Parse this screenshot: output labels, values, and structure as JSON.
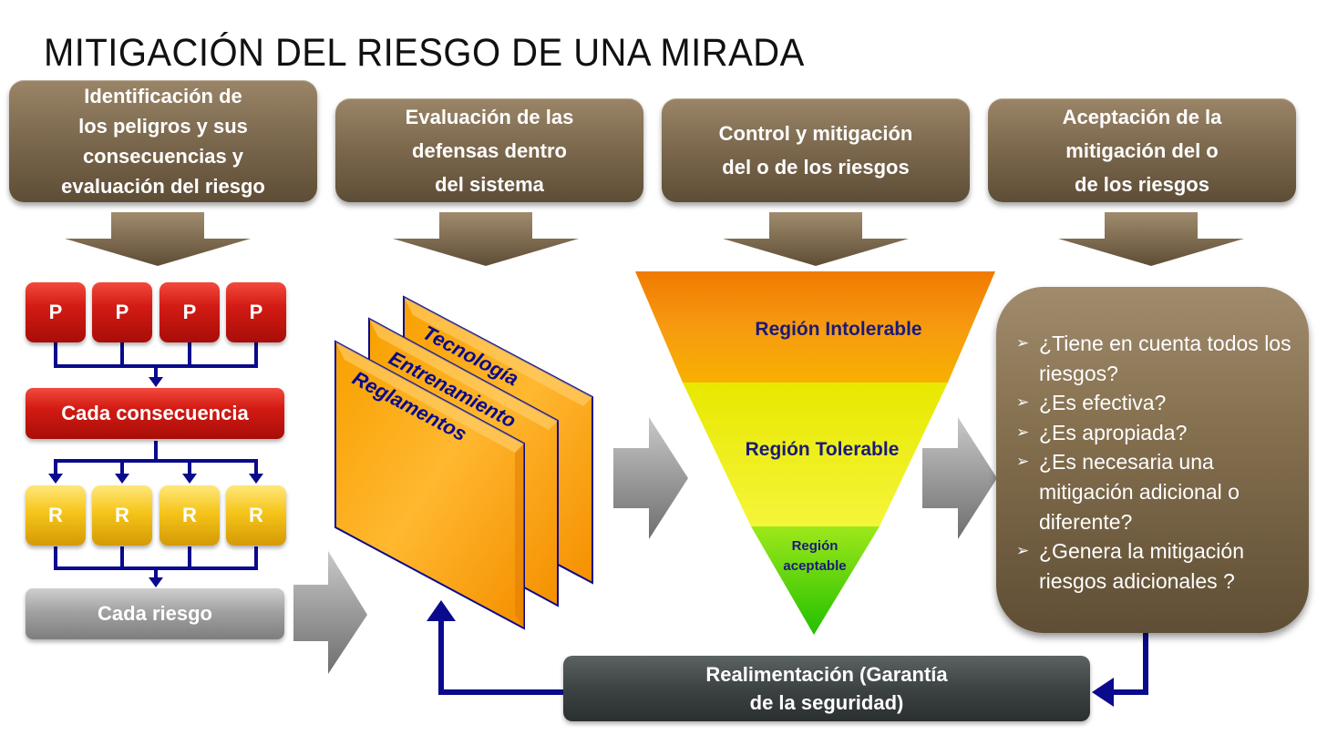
{
  "title": "MITIGACIÓN DEL RIESGO DE UNA MIRADA",
  "steps": [
    "Identificación de\nlos peligros y sus\nconsecuencias y\nevaluación del riesgo",
    "Evaluación de las\ndefensas dentro\ndel sistema",
    "Control y mitigación\ndel o de los riesgos",
    "Aceptación de la\nmitigación del o\nde los riesgos"
  ],
  "hazards": [
    "P",
    "P",
    "P",
    "P"
  ],
  "consequence_label": "Cada consecuencia",
  "risks": [
    "R",
    "R",
    "R",
    "R"
  ],
  "risk_label": "Cada riesgo",
  "defenses": [
    "Tecnología",
    "Entrenamiento",
    "Reglamentos"
  ],
  "regions": {
    "intolerable": "Región Intolerable",
    "tolerable": "Región Tolerable",
    "acceptable_line1": "Región",
    "acceptable_line2": "aceptable"
  },
  "questions": [
    "¿Tiene en cuenta todos los riesgos?",
    "¿Es efectiva?",
    "¿Es apropiada?",
    "¿Es necesaria una mitigación adicional o diferente?",
    "¿Genera la mitigación riesgos adicionales ?"
  ],
  "feedback": "Realimentación (Garantía\nde la seguridad)",
  "colors": {
    "header_brown": "#7d6a4f",
    "hazard_red": "#d31b14",
    "risk_yellow": "#f5c51a",
    "connector_blue": "#0a0a8c",
    "arrow_grey": "#7e7e7e",
    "intolerable_orange": "#f79000",
    "tolerable_yellow": "#f2f200",
    "acceptable_green": "#3cc800"
  }
}
